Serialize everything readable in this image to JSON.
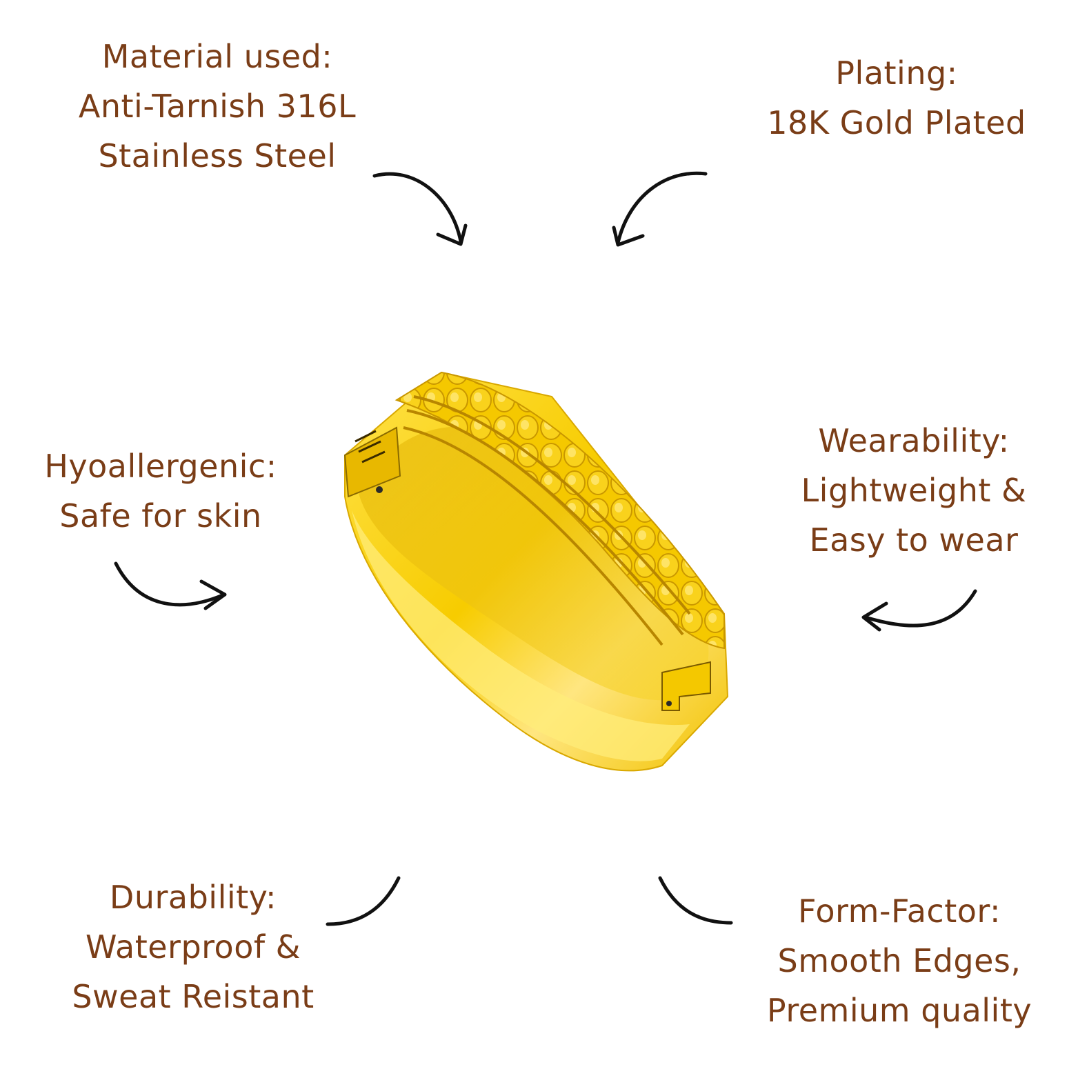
{
  "features": {
    "material": {
      "heading": "Material used:",
      "lines": [
        "Anti-Tarnish 316L",
        "Stainless Steel"
      ]
    },
    "plating": {
      "heading": "Plating:",
      "lines": [
        "18K Gold Plated"
      ]
    },
    "hypo": {
      "heading": "Hyoallergenic:",
      "lines": [
        "Safe for skin"
      ]
    },
    "wearability": {
      "heading": "Wearability:",
      "lines": [
        "Lightweight &",
        "Easy to wear"
      ]
    },
    "durability": {
      "heading": "Durability:",
      "lines": [
        "Waterproof &",
        "Sweat Reistant"
      ]
    },
    "form": {
      "heading": "Form-Factor:",
      "lines": [
        "Smooth Edges,",
        "Premium quality"
      ]
    }
  },
  "colors": {
    "text": "#7a3d17",
    "arrow": "#111111",
    "gold": "#f5c800",
    "background": "#ffffff"
  },
  "product": {
    "image": "gold-bangle-illustration"
  }
}
